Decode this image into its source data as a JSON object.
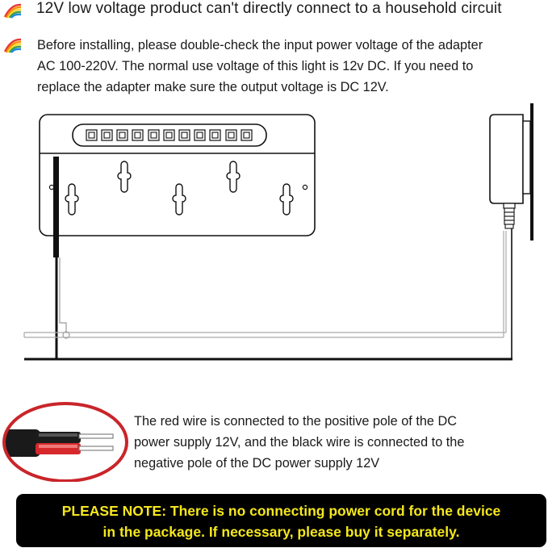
{
  "headline": "12V low voltage product can't directly connect to a household circuit",
  "paragraph_lines": [
    "Before installing, please double-check the input power voltage of the adapter",
    "AC 100-220V.  The normal use voltage of this light is 12v DC.  If you need to",
    "replace the adapter make sure the output voltage is DC 12V."
  ],
  "wire_note_lines": [
    "The red wire is connected to the positive pole of the DC",
    "power supply 12V, and the black wire is connected to the",
    "negative pole of the DC power supply 12V"
  ],
  "notice_lines": [
    "PLEASE NOTE: There is no connecting power cord for the device",
    "in the package. If necessary, please buy it separately."
  ],
  "icons": [
    "rainbow-icon",
    "rainbow-icon"
  ],
  "colors": {
    "notice_background": "#000000",
    "notice_text": "#f5e71c",
    "wire_red": "#d7282b",
    "cable_border": "#c9252a"
  }
}
